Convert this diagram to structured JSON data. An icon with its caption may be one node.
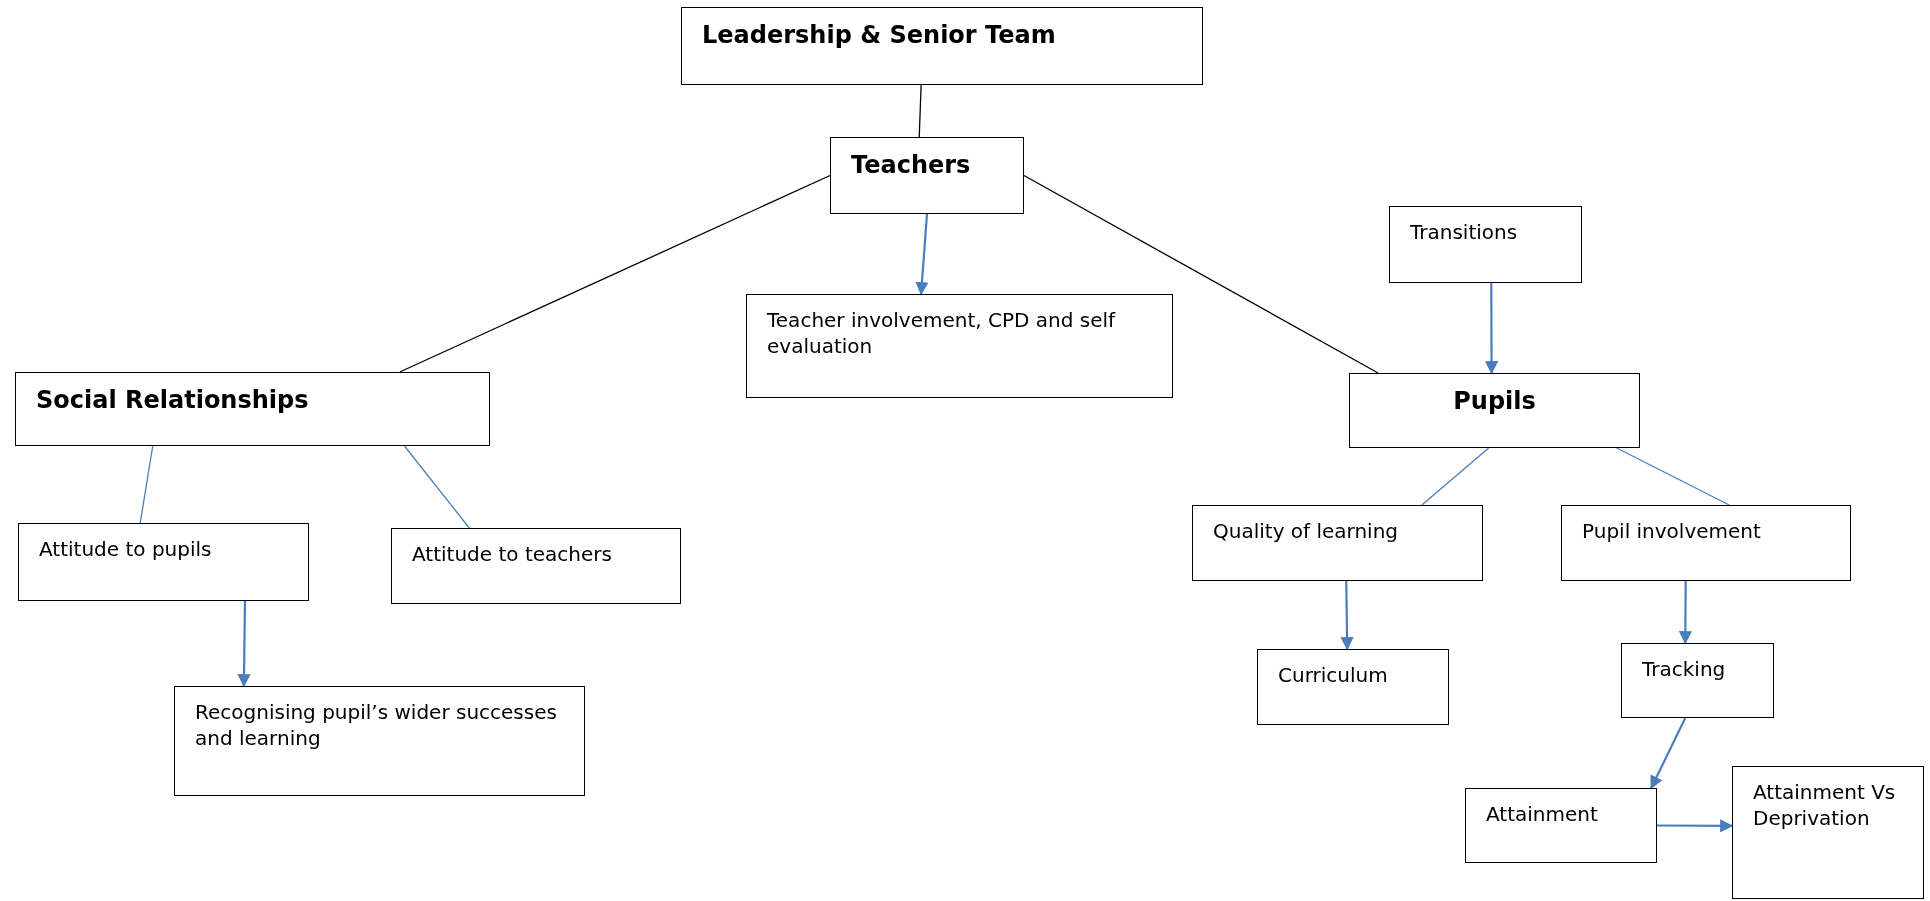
{
  "diagram": {
    "nodes": [
      {
        "text": [
          "Leadership & Senior Team"
        ]
      },
      {
        "text": [
          "Teachers"
        ]
      },
      {
        "text": [
          "Teacher involvement, CPD and self evaluation"
        ]
      },
      {
        "text": [
          "Transitions"
        ]
      },
      {
        "text": [
          "Social Relationships"
        ]
      },
      {
        "text": [
          "Pupils"
        ]
      },
      {
        "text": [
          "Attitude to pupils"
        ]
      },
      {
        "text": [
          "Attitude to teachers"
        ]
      },
      {
        "text": [
          "Quality of learning"
        ]
      },
      {
        "text": [
          "Pupil involvement"
        ]
      },
      {
        "text": [
          "Recognising pupil’s wider successes and learning"
        ]
      },
      {
        "text": [
          "Curriculum"
        ]
      },
      {
        "text": [
          "Tracking"
        ]
      },
      {
        "text": [
          "Attainment"
        ]
      },
      {
        "text": [
          "Attainment Vs Deprivation"
        ]
      }
    ],
    "edges": [
      {
        "from": 0,
        "to": 1,
        "arrow": "none",
        "color": "#000000"
      },
      {
        "from": 1,
        "to": 4,
        "arrow": "none",
        "color": "#000000"
      },
      {
        "from": 1,
        "to": 2,
        "arrow": "to"
      },
      {
        "from": 1,
        "to": 5,
        "arrow": "none",
        "color": "#000000"
      },
      {
        "from": 3,
        "to": 5,
        "arrow": "to"
      },
      {
        "from": 4,
        "to": 6,
        "arrow": "none"
      },
      {
        "from": 4,
        "to": 7,
        "arrow": "none"
      },
      {
        "from": 6,
        "to": 10,
        "arrow": "to"
      },
      {
        "from": 5,
        "to": 8,
        "arrow": "none"
      },
      {
        "from": 5,
        "to": 9,
        "arrow": "none"
      },
      {
        "from": 8,
        "to": 11,
        "arrow": "to"
      },
      {
        "from": 9,
        "to": 12,
        "arrow": "to"
      },
      {
        "from": 12,
        "to": 13,
        "arrow": "to"
      },
      {
        "from": 13,
        "to": 14,
        "arrow": "to"
      }
    ]
  }
}
